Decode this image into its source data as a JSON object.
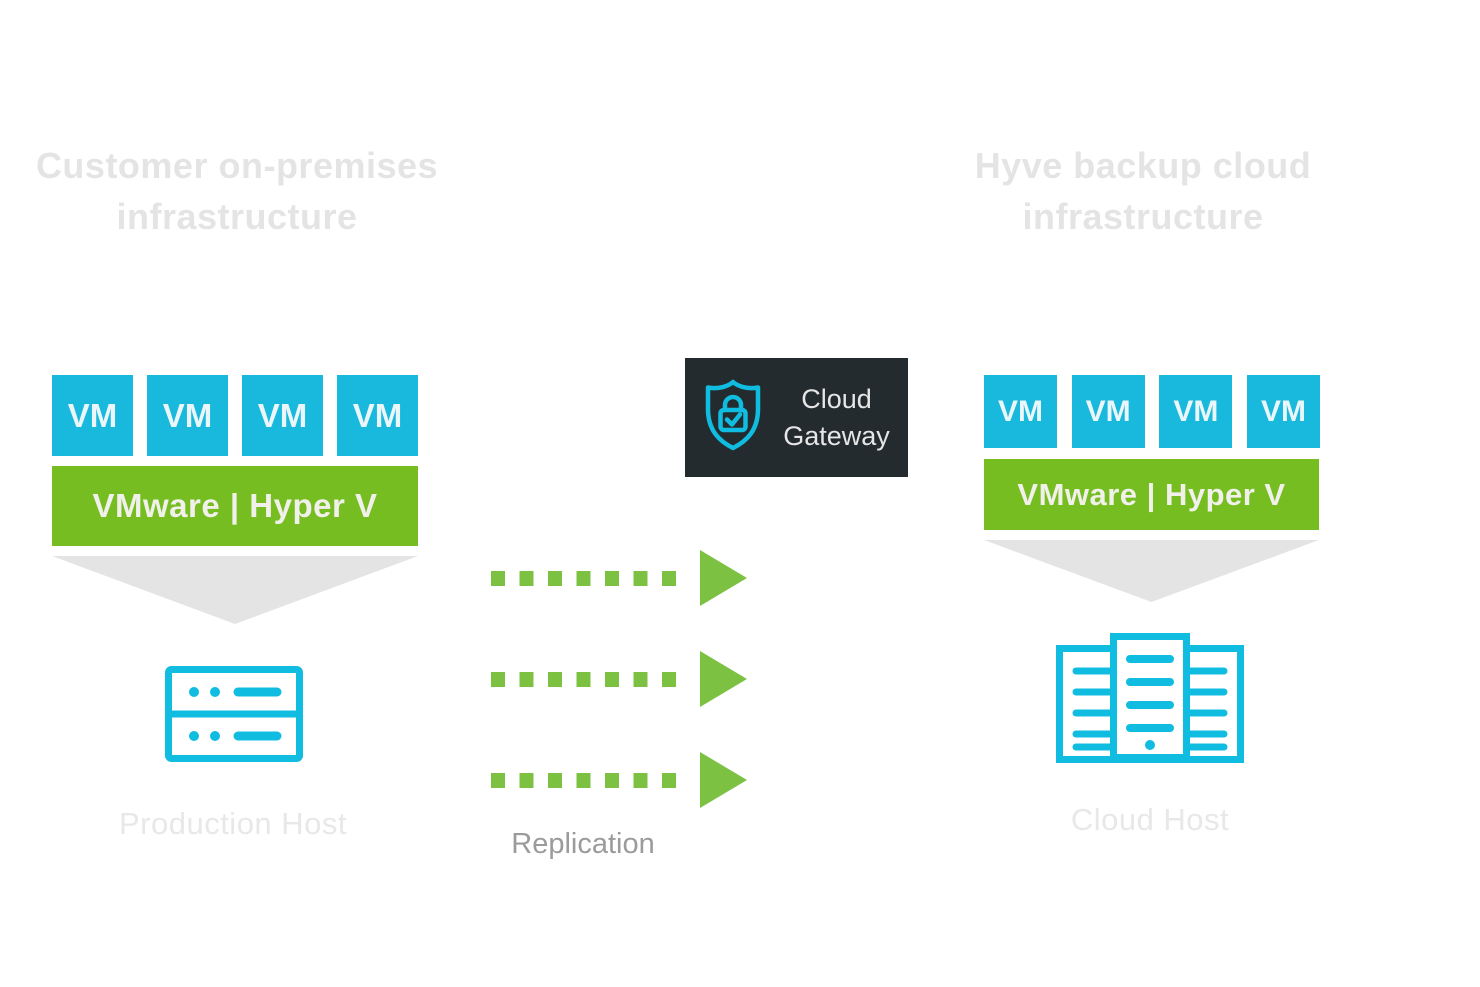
{
  "diagram": {
    "left_column": {
      "heading_line1": "Customer on-premises",
      "heading_line2": "infrastructure",
      "vms": [
        "VM",
        "VM",
        "VM",
        "VM"
      ],
      "hypervisor_label": "VMware | Hyper V",
      "host_icon": "server-rack-icon",
      "host_label": "Production Host"
    },
    "center": {
      "gateway_icon": "shield-lock-check-icon",
      "gateway_line1": "Cloud",
      "gateway_line2": "Gateway",
      "replication_label": "Replication",
      "arrow_count": 3,
      "arrow_direction": "right"
    },
    "right_column": {
      "heading_line1": "Hyve backup cloud",
      "heading_line2": "infrastructure",
      "vms": [
        "VM",
        "VM",
        "VM",
        "VM"
      ],
      "hypervisor_label": "VMware | Hyper V",
      "host_icon": "datacenter-icon",
      "host_label": "Cloud Host"
    },
    "colors": {
      "vm_cyan": "#18b9dc",
      "icon_cyan": "#10bde0",
      "hypervisor_green": "#76bd22",
      "arrow_green": "#7cc142",
      "gateway_dark": "#232b2f",
      "heading_gray": "#e4e4e4",
      "funnel_gray": "#e4e4e4",
      "host_label_gray": "#e8e8e8",
      "replication_gray": "#9b9b9b",
      "background": "#ffffff"
    }
  }
}
